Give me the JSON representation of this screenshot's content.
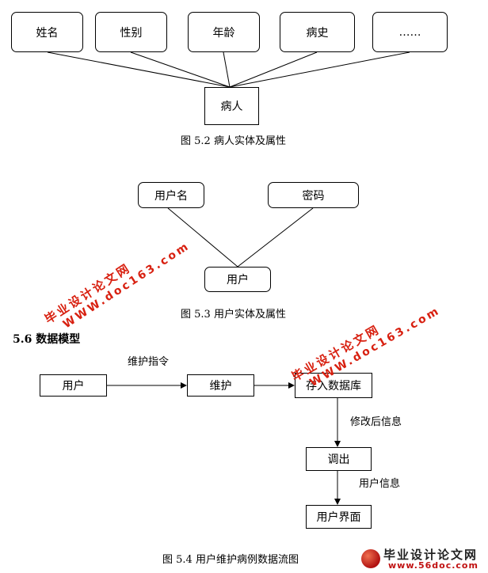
{
  "figure1": {
    "attributes": [
      "姓名",
      "性别",
      "年龄",
      "病史",
      "……"
    ],
    "entity": "病人",
    "caption": "图 5.2  病人实体及属性"
  },
  "figure2": {
    "attributes": [
      "用户名",
      "密码"
    ],
    "entity": "用户",
    "caption": "图 5.3  用户实体及属性"
  },
  "section": {
    "heading": "5.6  数据模型"
  },
  "figure3": {
    "nodes": {
      "user": "用户",
      "maintain": "维护",
      "store": "存入数据库",
      "retrieve": "调出",
      "ui": "用户界面"
    },
    "edge_labels": {
      "command": "维护指令",
      "modified_info": "修改后信息",
      "user_info": "用户信息"
    },
    "caption": "图 5.4  用户维护病例数据流图"
  },
  "watermark": {
    "line1": "毕业设计论文网",
    "line2": "WWW.doc163.com",
    "color": "#d82010"
  },
  "logo": {
    "title": "毕业设计论文网",
    "url": "www.56doc.com"
  }
}
